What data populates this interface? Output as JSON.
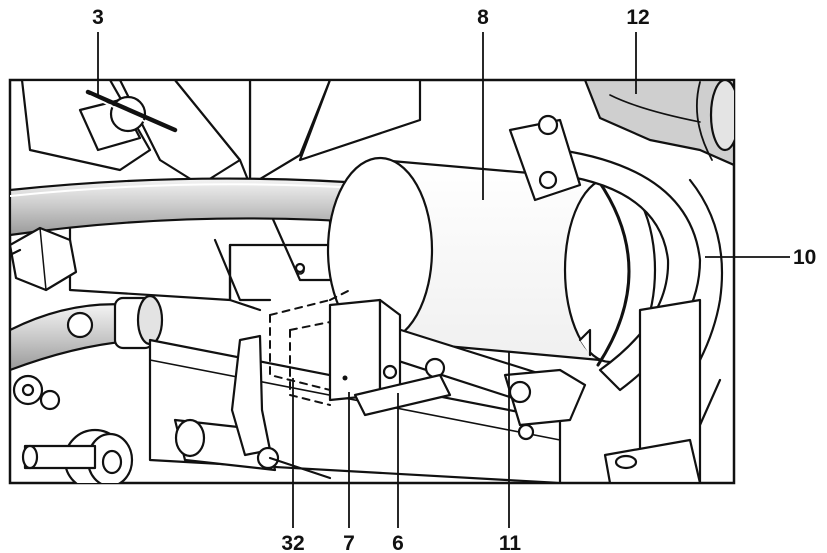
{
  "figure": {
    "callouts": [
      {
        "id": "3",
        "label": "3"
      },
      {
        "id": "8",
        "label": "8"
      },
      {
        "id": "12",
        "label": "12"
      },
      {
        "id": "10",
        "label": "10"
      },
      {
        "id": "32",
        "label": "32"
      },
      {
        "id": "7",
        "label": "7"
      },
      {
        "id": "6",
        "label": "6"
      },
      {
        "id": "11",
        "label": "11"
      }
    ]
  }
}
